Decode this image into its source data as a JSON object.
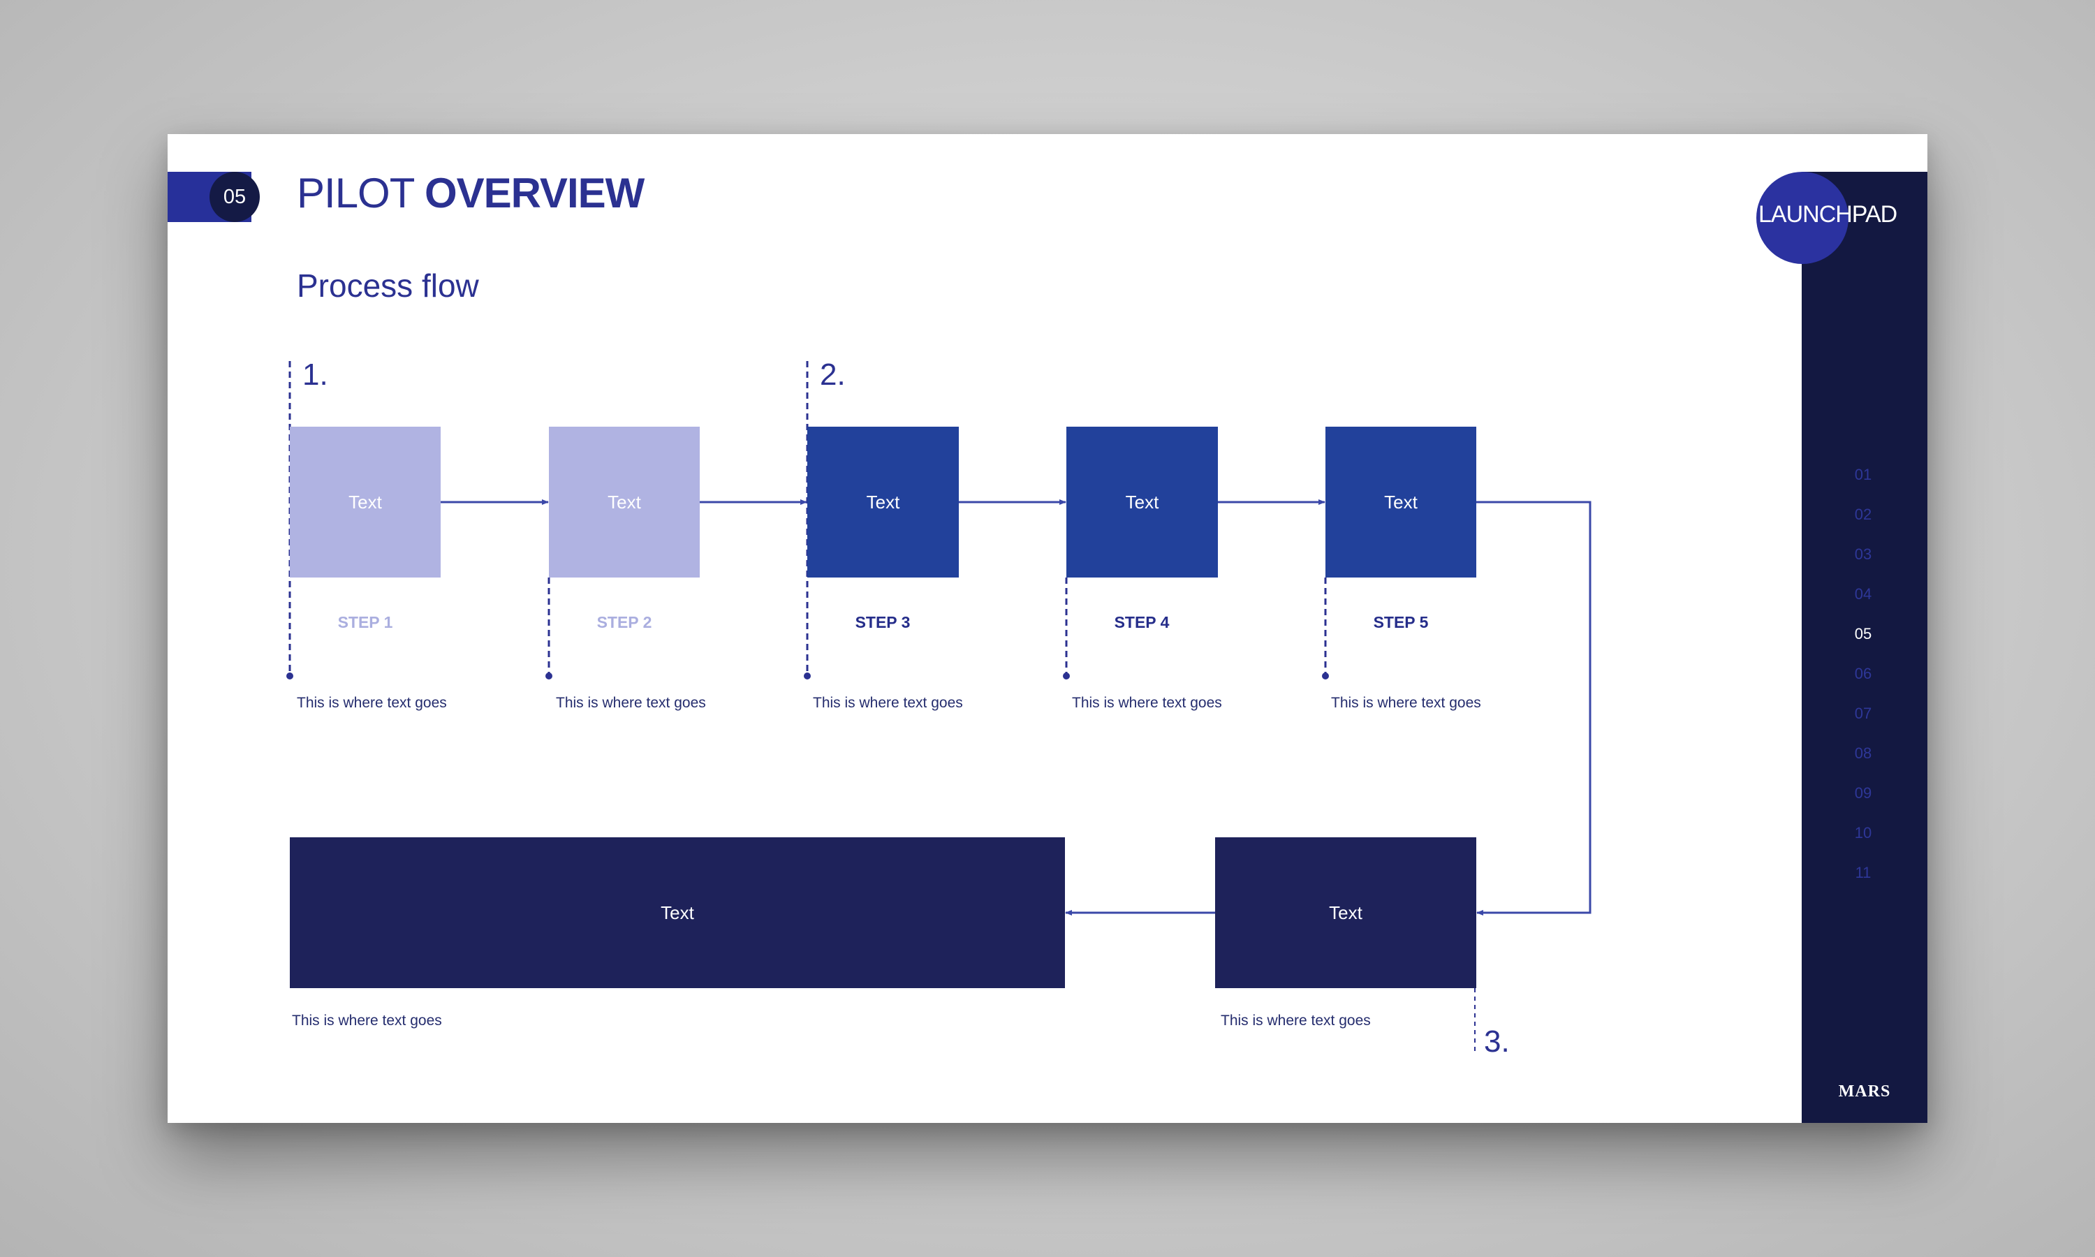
{
  "header": {
    "badge_number": "05",
    "title_light": "PILOT ",
    "title_bold": "OVERVIEW",
    "subtitle": "Process flow"
  },
  "logo": {
    "text": "LAUNCHPAD"
  },
  "footer_logo": {
    "text": "MARS"
  },
  "nav": {
    "items": [
      "01",
      "02",
      "03",
      "04",
      "05",
      "06",
      "07",
      "08",
      "09",
      "10",
      "11"
    ],
    "active": "05"
  },
  "colors": {
    "accent": "#27309a",
    "navy": "#131841",
    "step_light": "#b0b3e2",
    "step_mid": "#22419b",
    "step_dark": "#1e225a"
  },
  "phase_markers": [
    "1.",
    "2.",
    "3."
  ],
  "steps": [
    {
      "box_label": "Text",
      "step_label": "STEP 1",
      "description": "This is where text goes"
    },
    {
      "box_label": "Text",
      "step_label": "STEP 2",
      "description": "This is where text goes"
    },
    {
      "box_label": "Text",
      "step_label": "STEP 3",
      "description": "This is where text goes"
    },
    {
      "box_label": "Text",
      "step_label": "STEP 4",
      "description": "This is where text goes"
    },
    {
      "box_label": "Text",
      "step_label": "STEP 5",
      "description": "This is where text goes"
    }
  ],
  "bottom_boxes": [
    {
      "box_label": "Text",
      "description": "This is where text goes"
    },
    {
      "box_label": "Text",
      "description": "This is where text goes"
    }
  ]
}
